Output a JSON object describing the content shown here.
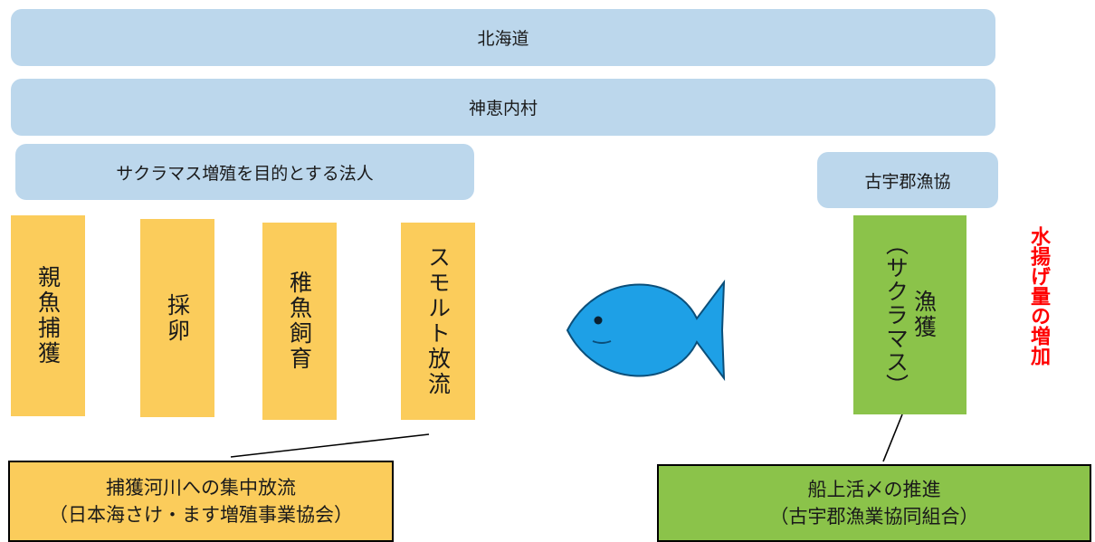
{
  "bands": {
    "hokkaido": "北海道",
    "kamienai": "神恵内村"
  },
  "corp": {
    "label": "サクラマス増殖を目的とする法人"
  },
  "coop": {
    "label": "古宇郡漁協"
  },
  "steps": [
    {
      "label": "親魚捕獲"
    },
    {
      "label": "採卵"
    },
    {
      "label": "稚魚飼育"
    },
    {
      "label": "スモルト放流"
    }
  ],
  "catch": {
    "main": "漁獲",
    "sub": "（サクラマス）"
  },
  "outcome": {
    "label": "水揚げ量の増加"
  },
  "notes": {
    "left": {
      "line1": "捕獲河川への集中放流",
      "line2": "（日本海さけ・ます増殖事業協会）"
    },
    "right": {
      "line1": "船上活〆の推進",
      "line2": "（古宇郡漁業協同組合）"
    }
  },
  "colors": {
    "band": "#bcd7ec",
    "step": "#fbcc5b",
    "catch": "#8bc34a",
    "fish": "#1ea0e6",
    "outcome": "#ff0000"
  }
}
